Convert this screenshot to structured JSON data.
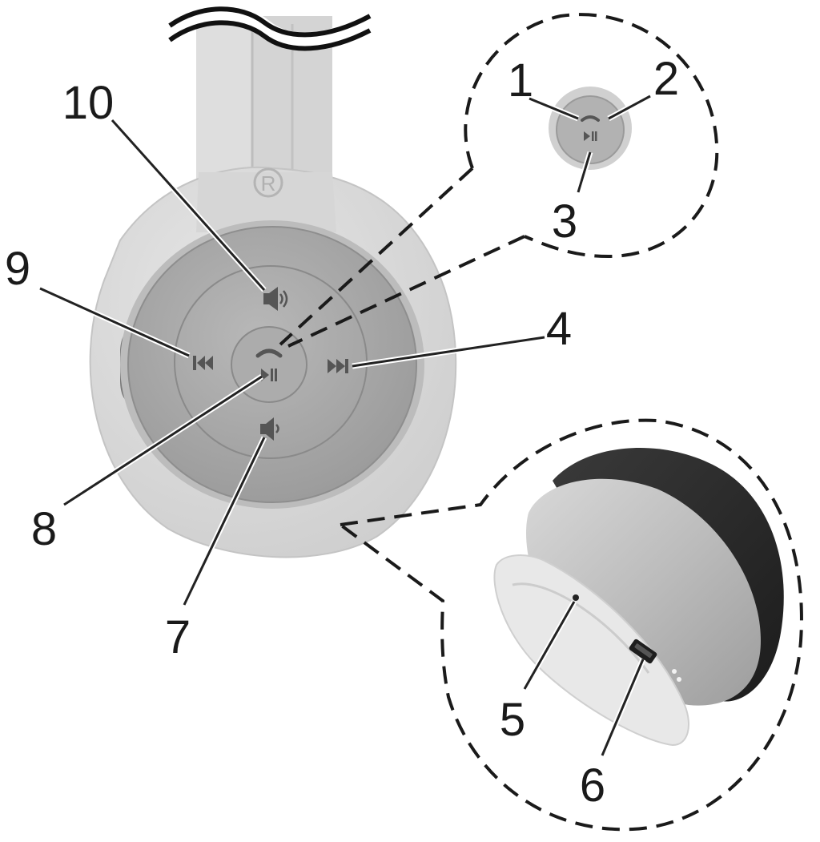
{
  "callouts": {
    "c1": "1",
    "c2": "2",
    "c3": "3",
    "c4": "4",
    "c5": "5",
    "c6": "6",
    "c7": "7",
    "c8": "8",
    "c9": "9",
    "c10": "10"
  },
  "logo_letter": "R",
  "colors": {
    "housing": "#d9d9d9",
    "panel": "#a8a8a8",
    "ear_pad": "#2e2e2e",
    "ink": "#1a1a1a"
  },
  "icons": {
    "volume_up": "volume-up-icon",
    "volume_down": "volume-down-icon",
    "previous_track": "previous-track-icon",
    "next_track": "next-track-icon",
    "phone": "phone-icon",
    "play_pause": "play-pause-icon",
    "usb_port": "usb-port-icon",
    "microphone": "microphone-hole-icon"
  }
}
